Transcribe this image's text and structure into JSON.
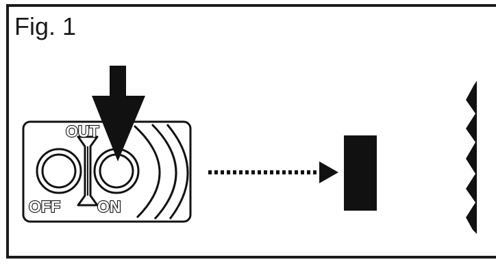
{
  "figure": {
    "label": "Fig. 1"
  },
  "switch": {
    "label_out": "OUT",
    "label_off": "OFF",
    "label_on": "ON"
  },
  "colors": {
    "ink": "#111111",
    "background": "#ffffff"
  }
}
